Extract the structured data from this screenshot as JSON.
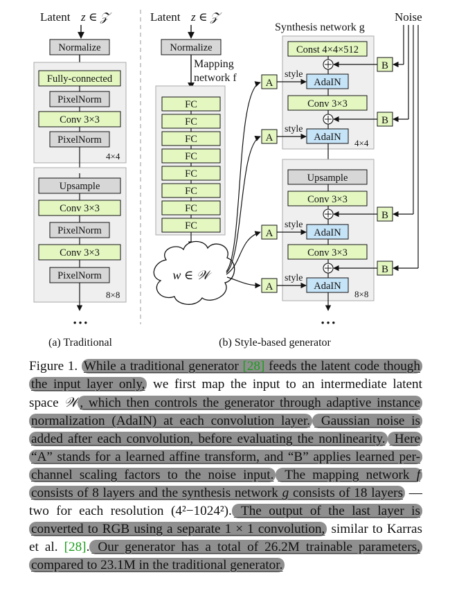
{
  "traditional": {
    "latent_label": "Latent",
    "latent_math": "z ∈ 𝒵",
    "blocks": [
      "Normalize",
      "Fully-connected",
      "PixelNorm",
      "Conv 3×3",
      "PixelNorm",
      "Upsample",
      "Conv 3×3",
      "PixelNorm",
      "Conv 3×3",
      "PixelNorm"
    ],
    "res_4": "4×4",
    "res_8": "8×8",
    "ellipsis": "• • •",
    "subcaption": "(a) Traditional"
  },
  "style_based": {
    "latent_label": "Latent",
    "latent_math": "z ∈ 𝒵",
    "normalize": "Normalize",
    "mapping_label_1": "Mapping",
    "mapping_label_2": "network f",
    "fc": [
      "FC",
      "FC",
      "FC",
      "FC",
      "FC",
      "FC",
      "FC",
      "FC"
    ],
    "w_label": "w ∈ 𝒲",
    "synthesis_label": "Synthesis network g",
    "noise_label": "Noise",
    "const": "Const 4×4×512",
    "adain": "AdaIN",
    "style": "style",
    "conv": "Conv 3×3",
    "upsample": "Upsample",
    "a": "A",
    "b": "B",
    "res_4": "4×4",
    "res_8": "8×8",
    "ellipsis": "• • •",
    "subcaption": "(b) Style-based generator"
  },
  "caption": {
    "figure_label": "Figure 1.",
    "s1a": "While a traditional generator ",
    "cite1": "[28]",
    "s1b": " feeds the latent code though the input layer only,",
    "s2a": " we first map the input to an intermediate latent space ",
    "s2_sym": "𝒲",
    "s2b": ", which then controls the generator through adaptive instance normalization (AdaIN) at each convolution layer.",
    "s3": " Gaussian noise is added after each convolution, before evaluating the nonlinearity.",
    "s4": " Here “A” stands for a learned affine transform, and “B” applies learned per-channel scaling factors to the noise input.",
    "s5a": " The mapping network ",
    "s5_f": "f",
    "s5b": " consists of 8 layers and the synthesis network ",
    "s5_g": "g",
    "s5c": " consists of 18 layers",
    "s6": " — two for each resolution (4²−1024²).",
    "s7": " The output of the last layer is converted to RGB using a separate 1 × 1 convolution,",
    "s8a": " similar to Karras et al. ",
    "cite2": "[28]",
    "s8b": ".",
    "s9": " Our generator has a total of 26.2M trainable parameters, compared to 23.1M in the traditional generator."
  },
  "colors": {
    "green_box": "#e4f7c1",
    "gray_box": "#d7d7d7",
    "blue_box": "#c6e4f7",
    "panel": "#efefef",
    "highlight": "#8f8f8f",
    "citation": "#1a9e1a"
  }
}
